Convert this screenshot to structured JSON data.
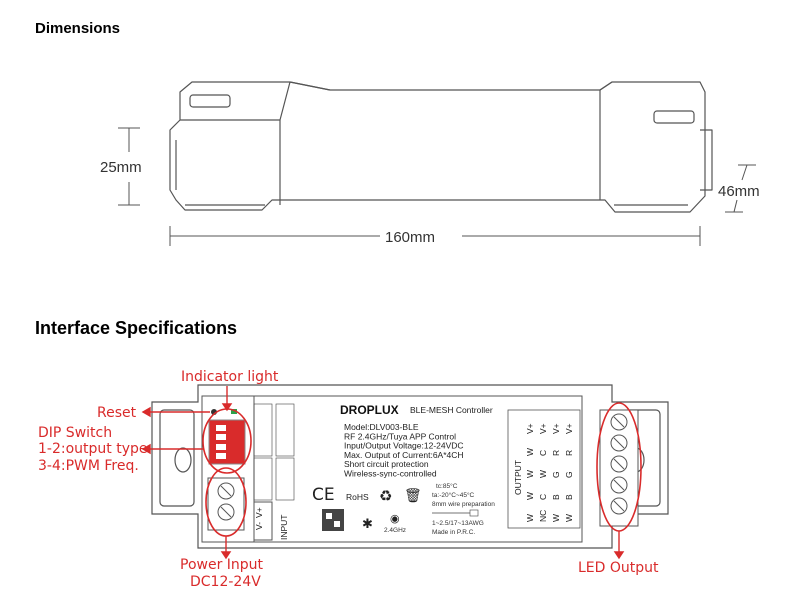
{
  "dimensions_title": "Dimensions",
  "interface_title": "Interface Specifications",
  "dims": {
    "height": "25mm",
    "length": "160mm",
    "width": "46mm"
  },
  "callouts": {
    "indicator": "Indicator light",
    "reset": "Reset",
    "dip_title": "DIP Switch",
    "dip_line1": "1-2:output type",
    "dip_line2": "3-4:PWM Freq.",
    "power_line1": "Power Input",
    "power_line2": "DC12-24V",
    "led_output": "LED  Output"
  },
  "device": {
    "brand": "DROPLUX",
    "product": "BLE-MESH Controller",
    "specs": [
      "Model:DLV003-BLE",
      "RF 2.4GHz/Tuya APP Control",
      "Input/Output Voltage:12-24VDC",
      "Max. Output of Current:6A*4CH",
      "Short circuit protection",
      "Wireless-sync-controlled"
    ],
    "ce": "CE",
    "rohs": "RoHS",
    "temp_tc": "tc:85°C",
    "temp_ta": "ta:-20°C~45°C",
    "wire_prep": "8mm wire preparation",
    "wire_gauge": "1~2.5/17~13AWG",
    "made_in": "Made in P.R.C.",
    "ghz": "2.4GHz",
    "input_label": "INPUT",
    "input_pins": [
      "V-",
      "V+"
    ],
    "output_label": "OUTPUT",
    "output_cols": [
      [
        "V+",
        "W",
        "W",
        "W",
        "W"
      ],
      [
        "V+",
        "C",
        "W",
        "C",
        "NC"
      ],
      [
        "V+",
        "R",
        "G",
        "B",
        "W"
      ],
      [
        "V+",
        "R",
        "G",
        "B",
        "W"
      ]
    ]
  }
}
